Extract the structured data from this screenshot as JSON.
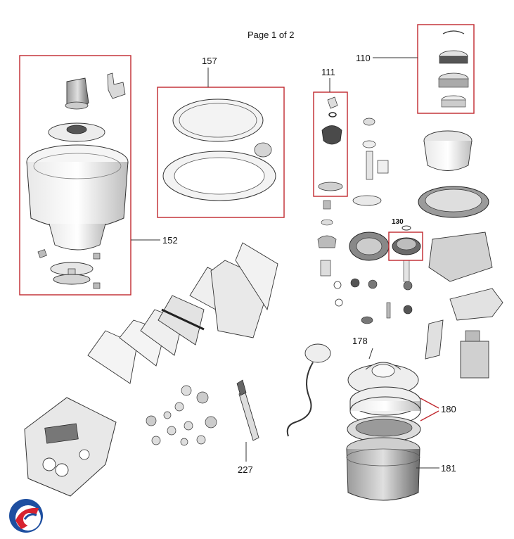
{
  "page": {
    "label": "Page 1 of 2"
  },
  "callouts": {
    "c110": "110",
    "c111": "111",
    "c130": "130",
    "c152": "152",
    "c157": "157",
    "c178": "178",
    "c180": "180",
    "c181": "181",
    "c227": "227"
  },
  "colors": {
    "callout_box": "#c0272d",
    "line": "#333333",
    "logo_red": "#d7232f",
    "logo_blue": "#1e4fa0"
  }
}
